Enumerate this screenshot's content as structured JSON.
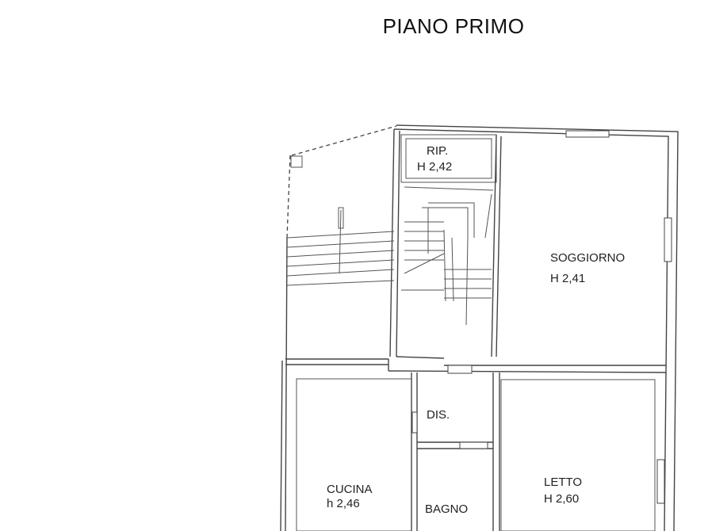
{
  "title": "PIANO PRIMO",
  "rooms": {
    "rip": {
      "name": "RIP.",
      "height": "H 2,42"
    },
    "soggiorno": {
      "name": "SOGGIORNO",
      "height": "H 2,41"
    },
    "dis": {
      "name": "DIS."
    },
    "cucina": {
      "name": "CUCINA",
      "height": "h 2,46"
    },
    "bagno": {
      "name": "BAGNO"
    },
    "letto": {
      "name": "LETTO",
      "height": "H 2,60"
    }
  }
}
